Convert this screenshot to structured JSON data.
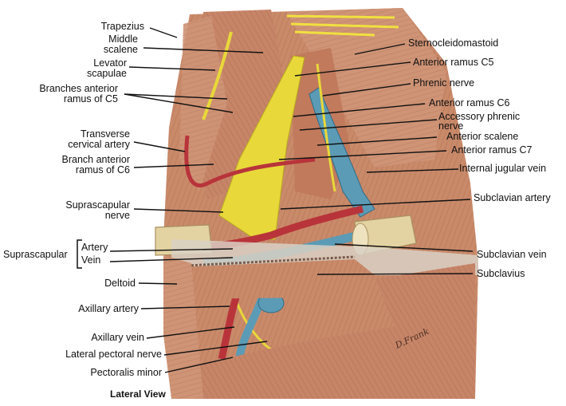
{
  "labels_left": {
    "trapezius": "Trapezius",
    "middle_scalene_1": "Middle",
    "middle_scalene_2": "scalene",
    "levator_1": "Levator",
    "levator_2": "scapulae",
    "branches_c5_1": "Branches anterior",
    "branches_c5_2": "ramus of C5",
    "transverse_cervical_1": "Transverse",
    "transverse_cervical_2": "cervical artery",
    "branch_c6_1": "Branch anterior",
    "branch_c6_2": "ramus of C6",
    "suprascapular_nerve_1": "Suprascapular",
    "suprascapular_nerve_2": "nerve",
    "suprascapular": "Suprascapular",
    "artery": "Artery",
    "vein": "Vein",
    "deltoid": "Deltoid",
    "axillary_artery": "Axillary artery",
    "axillary_vein": "Axillary vein",
    "lateral_pectoral_nerve": "Lateral pectoral nerve",
    "pectoralis_minor": "Pectoralis minor"
  },
  "labels_right": {
    "sternocleidomastoid": "Sternocleidomastoid",
    "anterior_ramus_c5": "Anterior ramus C5",
    "phrenic_nerve": "Phrenic nerve",
    "anterior_ramus_c6": "Anterior ramus C6",
    "accessory_phrenic_1": "Accessory phrenic",
    "accessory_phrenic_2": "nerve",
    "anterior_scalene": "Anterior scalene",
    "anterior_ramus_c7": "Anterior ramus C7",
    "internal_jugular_vein": "Internal jugular vein",
    "subclavian_artery": "Subclavian artery",
    "subclavian_vein": "Subclavian vein",
    "subclavius": "Subclavius"
  },
  "caption": "Lateral View",
  "signature": "D.Frank",
  "colors": {
    "muscle": "#c98a6a",
    "muscle_dark": "#9a5a40",
    "nerve": "#f0e040",
    "artery": "#b8343a",
    "vein": "#5b9bb5",
    "bone": "#e4d3a2",
    "fascia": "#d9d0c4"
  }
}
